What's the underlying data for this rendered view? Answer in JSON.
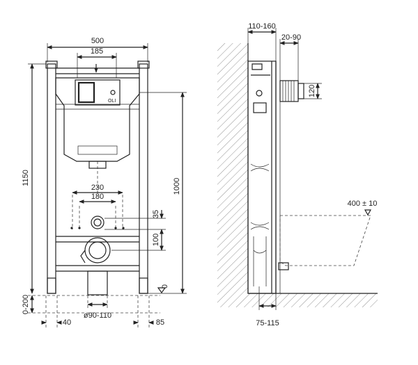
{
  "front_view": {
    "width_total": "500",
    "plate_width": "185",
    "height_total": "1150",
    "height_1000": "1000",
    "mount_outer": "230",
    "mount_inner": "180",
    "dim_35": "35",
    "dim_100": "100",
    "zero_mark": "0",
    "foot_range": "0-200",
    "foot_40": "40",
    "drain_diameter": "ø90-110",
    "foot_85": "85"
  },
  "side_view": {
    "depth_range": "110-160",
    "offset_range": "20-90",
    "pipe_height": "120",
    "bowl_height": "400 ± 10",
    "bottom_range": "75-115"
  },
  "colors": {
    "line": "#222222",
    "hatch": "#777777",
    "background": "#ffffff"
  }
}
